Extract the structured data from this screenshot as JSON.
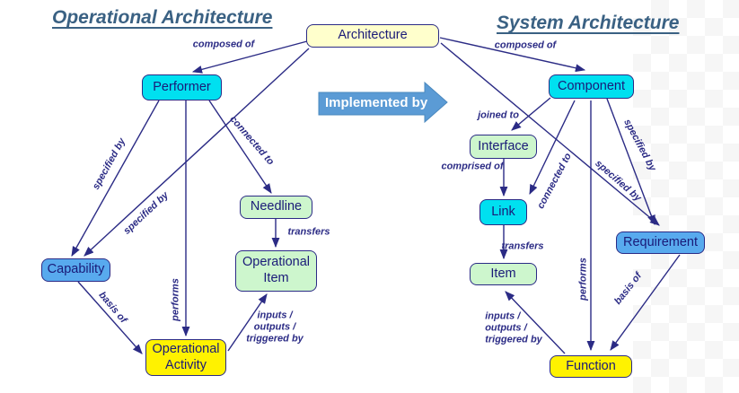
{
  "diagram": {
    "left_title": "Operational Architecture",
    "right_title": "System Architecture",
    "center_arrow_label": "Implemented by"
  },
  "nodes": {
    "architecture": "Architecture",
    "performer": "Performer",
    "component": "Component",
    "interface": "Interface",
    "needline": "Needline",
    "link": "Link",
    "capability": "Capability",
    "operational_item": "Operational\nItem",
    "requirement": "Requirement",
    "item": "Item",
    "operational_activity": "Operational\nActivity",
    "function": "Function"
  },
  "edge_labels": {
    "composed_of_left": "composed of",
    "composed_of_right": "composed of",
    "specified_by_performer": "specified by",
    "specified_by_arch_left": "specified by",
    "connected_to_left": "connected to",
    "performs_left": "performs",
    "basis_of_left": "basis of",
    "transfers_left": "transfers",
    "io_left": "inputs /\noutputs /\ntriggered by",
    "joined_to": "joined to",
    "comprised_of": "comprised of",
    "connected_to_right": "connected to",
    "specified_by_component": "specified by",
    "specified_by_arch_right": "specified by",
    "performs_right": "performs",
    "transfers_right": "transfers",
    "basis_of_right": "basis of",
    "io_right": "inputs /\noutputs /\ntriggered by"
  },
  "colors": {
    "line": "#2B2B85",
    "node_text": "#1A1A78",
    "title_text": "#3A6183",
    "architecture_fill": "#FFFFCC",
    "cyan_fill": "#00E0F0",
    "green_fill": "#CDF6CD",
    "blue_fill": "#58AAEE",
    "yellow_fill": "#FFF200",
    "implemented_by_fill": "#5B9BD5"
  }
}
